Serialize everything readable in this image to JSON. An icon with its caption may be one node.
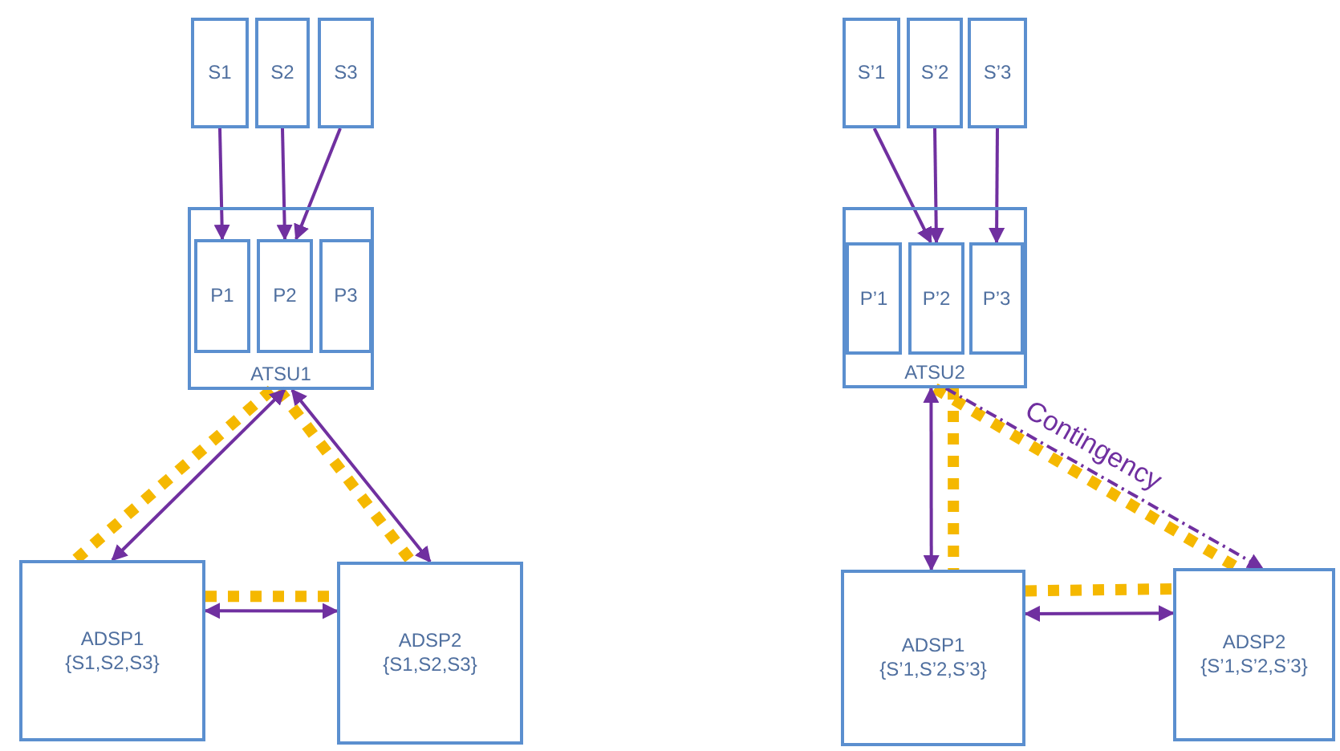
{
  "diagram": {
    "nodes": [
      {
        "text": [
          "S1"
        ]
      },
      {
        "text": [
          "S2"
        ]
      },
      {
        "text": [
          "S3"
        ]
      },
      {
        "text": [
          "ATSU1"
        ]
      },
      {
        "text": [
          "P1"
        ],
        "in": 3
      },
      {
        "text": [
          "P2"
        ],
        "in": 3
      },
      {
        "text": [
          "P3"
        ],
        "in": 3
      },
      {
        "text": [
          "ADSP1",
          "{S1,S2,S3}"
        ]
      },
      {
        "text": [
          "ADSP2",
          "{S1,S2,S3}"
        ]
      },
      {
        "text": [
          "S’1"
        ]
      },
      {
        "text": [
          "S’2"
        ]
      },
      {
        "text": [
          "S’3"
        ]
      },
      {
        "text": [
          "ATSU2"
        ]
      },
      {
        "text": [
          "P’1"
        ],
        "in": 12
      },
      {
        "text": [
          "P’2"
        ],
        "in": 12
      },
      {
        "text": [
          "P’3"
        ],
        "in": 12
      },
      {
        "text": [
          "ADSP1",
          "{S’1,S’2,S’3}"
        ]
      },
      {
        "text": [
          "ADSP2",
          "{S’1,S’2,S’3}"
        ]
      }
    ],
    "edges": [
      {
        "from": 0,
        "to": 4,
        "arrow": "to"
      },
      {
        "from": 1,
        "to": 5,
        "arrow": "to"
      },
      {
        "from": 2,
        "to": 5,
        "arrow": "to"
      },
      {
        "from": 3,
        "to": 7,
        "arrow": "both"
      },
      {
        "from": 3,
        "to": 8,
        "arrow": "both"
      },
      {
        "from": 7,
        "to": 8,
        "arrow": "both"
      },
      {
        "from": 3,
        "to": 7,
        "arrow": "none",
        "style": "dashed",
        "color": "#f5b800"
      },
      {
        "from": 3,
        "to": 8,
        "arrow": "none",
        "style": "dashed",
        "color": "#f5b800"
      },
      {
        "from": 7,
        "to": 8,
        "arrow": "none",
        "style": "dashed",
        "color": "#f5b800"
      },
      {
        "from": 9,
        "to": 14,
        "arrow": "to"
      },
      {
        "from": 10,
        "to": 14,
        "arrow": "to"
      },
      {
        "from": 11,
        "to": 15,
        "arrow": "to"
      },
      {
        "from": 12,
        "to": 16,
        "arrow": "both"
      },
      {
        "from": 16,
        "to": 17,
        "arrow": "both"
      },
      {
        "from": 12,
        "to": 17,
        "arrow": "to",
        "style": "dashed",
        "label": "Contingency"
      },
      {
        "from": 12,
        "to": 16,
        "arrow": "none",
        "style": "dashed",
        "color": "#f5b800"
      },
      {
        "from": 16,
        "to": 17,
        "arrow": "none",
        "style": "dashed",
        "color": "#f5b800"
      },
      {
        "from": 12,
        "to": 17,
        "arrow": "none",
        "style": "dashed",
        "color": "#f5b800"
      }
    ]
  }
}
